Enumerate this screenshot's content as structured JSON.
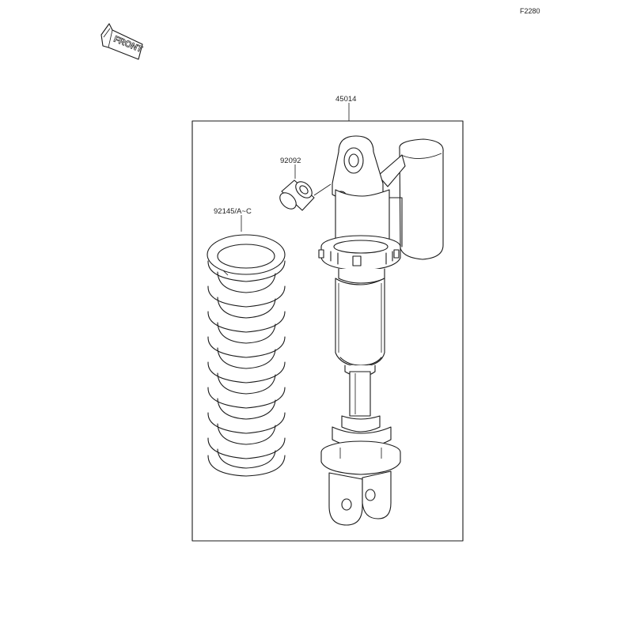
{
  "figure": {
    "code": "F2280"
  },
  "direction_marker": {
    "text": "FRONT",
    "icon": "front-arrow-icon"
  },
  "parts": {
    "assembly": {
      "number": "45014",
      "icon": "shock-absorber-icon"
    },
    "collar": {
      "number": "92092",
      "icon": "collar-icon"
    },
    "spring": {
      "number": "92145/A~C",
      "icon": "coil-spring-icon"
    }
  }
}
